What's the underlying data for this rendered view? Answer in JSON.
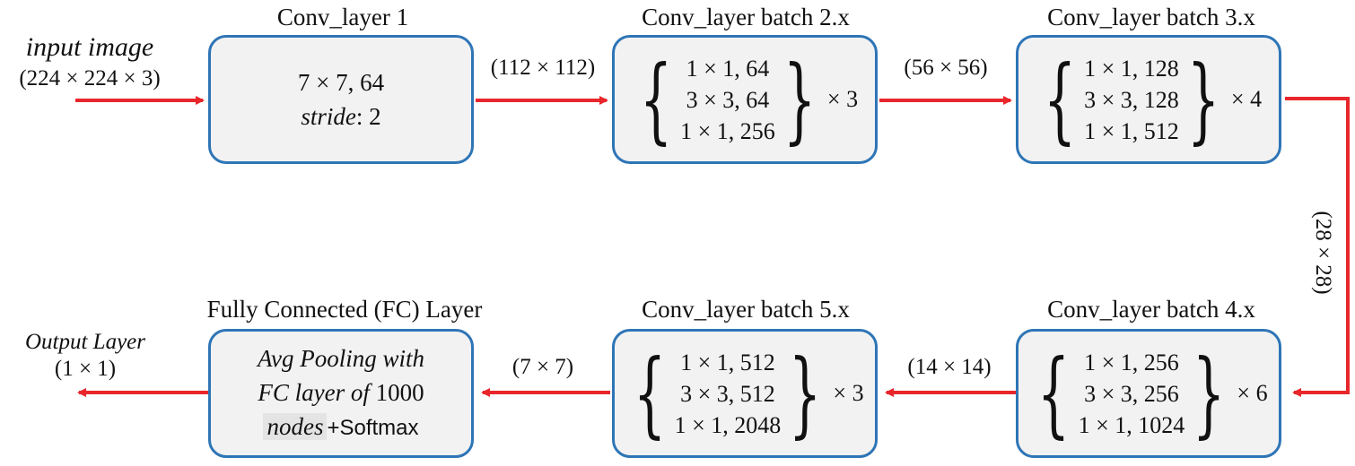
{
  "input": {
    "label": "input image",
    "size": "(224 × 224 × 3)"
  },
  "output": {
    "label": "Output Layer",
    "size": "(1 × 1)"
  },
  "conv1": {
    "title": "Conv_layer 1",
    "line1": "7 × 7, 64",
    "line2_name": "stride",
    "line2_value": ": 2"
  },
  "batch2": {
    "title": "Conv_layer batch 2.x",
    "rows": [
      "1 × 1, 64",
      "3 × 3, 64",
      "1 × 1, 256"
    ],
    "multiplier": "× 3"
  },
  "batch3": {
    "title": "Conv_layer batch 3.x",
    "rows": [
      "1 × 1, 128",
      "3 × 3, 128",
      "1 × 1, 512"
    ],
    "multiplier": "× 4"
  },
  "batch4": {
    "title": "Conv_layer batch 4.x",
    "rows": [
      "1 × 1, 256",
      "3 × 3, 256",
      "1 × 1, 1024"
    ],
    "multiplier": "× 6"
  },
  "batch5": {
    "title": "Conv_layer batch 5.x",
    "rows": [
      "1 × 1, 512",
      "3 × 3, 512",
      "1 × 1, 2048"
    ],
    "multiplier": "× 3"
  },
  "fc": {
    "title": "Fully Connected (FC) Layer",
    "line1": "Avg Pooling with",
    "line2_text": "FC layer of",
    "line2_num": "1000",
    "line3_nodes": "nodes",
    "line3_softmax": "+Softmax"
  },
  "edges": {
    "conv1_to_batch2": "(112 × 112)",
    "batch2_to_batch3": "(56 × 56)",
    "batch3_to_batch4": "(28 × 28)",
    "batch4_to_batch5": "(14 × 14)",
    "batch5_to_fc": "(7 × 7)"
  },
  "colors": {
    "arrow": "#e8262b",
    "box_border": "#2e75b6",
    "box_fill": "#f2f2f2"
  }
}
